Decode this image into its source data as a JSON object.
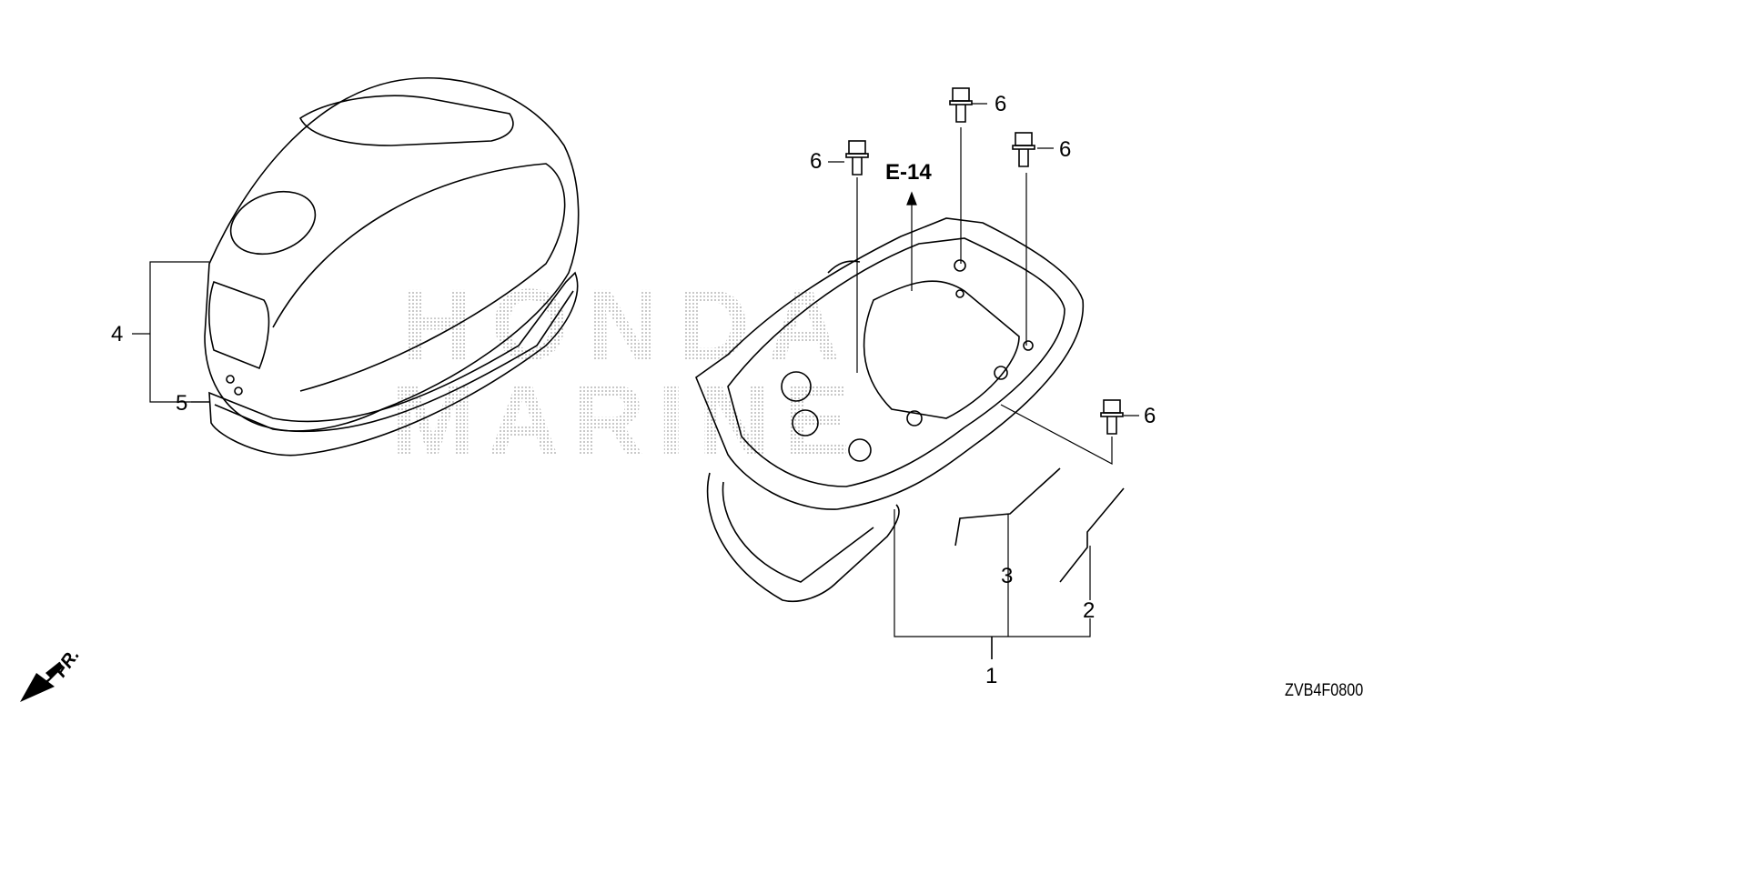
{
  "diagram": {
    "watermark": "HONDA MARINE",
    "reference_label": "E-14",
    "front_label": "FR.",
    "figure_code": "ZVB4F0800",
    "callouts": [
      "1",
      "2",
      "3",
      "4",
      "5",
      "6",
      "6",
      "6",
      "6"
    ],
    "colors": {
      "line": "#000000",
      "watermark": "#b8b8b8",
      "background": "#ffffff"
    }
  }
}
